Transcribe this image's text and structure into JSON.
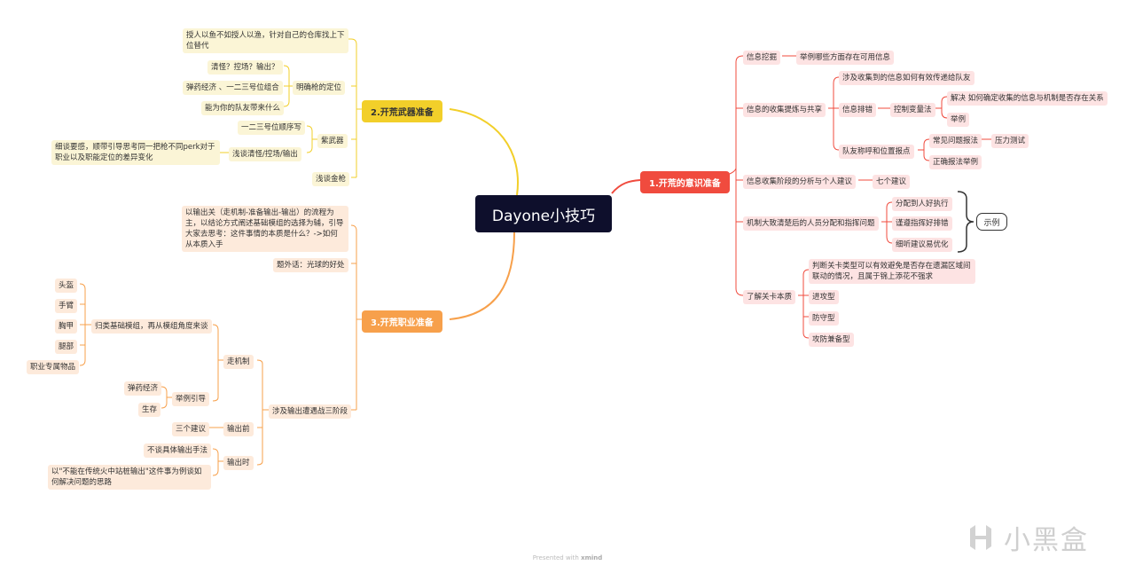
{
  "root": "Dayone小技巧",
  "branch1": {
    "title": "1.开荒的意识准备",
    "info_dig": "信息挖掘",
    "info_dig_sub": "举例哪些方面存在可用信息",
    "collect": "信息的收集提炼与共享",
    "collect_sub1": "涉及收集到的信息如何有效传递给队友",
    "troubleshoot": "信息排错",
    "control_var": "控制变量法",
    "solve": "解决 如何确定收集的信息与机制是否存在关系",
    "example": "举例",
    "callout": "队友称呼和位置报点",
    "common_issue": "常见问题报法",
    "pressure_test": "压力测试",
    "correct_example": "正确报法举例",
    "analysis": "信息收集阶段的分析与个人建议",
    "seven": "七个建议",
    "mechanism": "机制大致清楚后的人员分配和指挥问题",
    "assign": "分配到人好执行",
    "command": "谨遵指挥好排错",
    "listen": "细听建议易优化",
    "shili": "示例",
    "essence": "了解关卡本质",
    "essence_sub1": "判断关卡类型可以有效避免是否存在遗漏区域间联动的情况，且属于锦上添花不强求",
    "attack": "进攻型",
    "defense": "防守型",
    "both": "攻防兼备型"
  },
  "branch2": {
    "title": "2.开荒武器准备",
    "teach": "授人以鱼不如授人以渔，针对自己的仓库找上下位替代",
    "clear": "清怪？控场？输出？",
    "ammo": "弹药经济 、一二三号位组合",
    "team": "能为你的队友带来什么",
    "gun_pos": "明确枪的定位",
    "exotic": "紫武器",
    "slot_order": "一二三号位顺序写",
    "brief": "浅谈清怪/控场/输出",
    "perk": "细谈要感，顺带引导思考同一把枪不同perk对于职业以及职能定位的差异变化",
    "gold": "浅谈金枪"
  },
  "branch3": {
    "title": "3.开荒职业准备",
    "intro": "以输出关（走机制-准备输出-输出）的流程为主，以结论方式阐述基础模组的选择为辅，引导大家去思考：这件事情的本质是什么？->如何从本质入手",
    "aside": "题外话：光球的好处",
    "helmet": "头盔",
    "arm": "手臂",
    "chest": "胸甲",
    "leg": "腿部",
    "class_item": "职业专属物品",
    "classify": "归类基础模组，再从模组角度来谈",
    "walk": "走机制",
    "ammo_econ": "弹药经济",
    "survive": "生存",
    "guide": "举例引导",
    "three": "三个建议",
    "before": "输出前",
    "no_method": "不谈具体输出手法",
    "stand_example": "以\"不能在传统火中站桩输出\"这件事为例谈如何解决问题的思路",
    "during": "输出时",
    "stages": "涉及输出遭遇战三阶段"
  },
  "footer": {
    "prefix": "Presented with",
    "brand": "xmind"
  },
  "watermark": "小黑盒",
  "colors": {
    "red": "#f04b3e",
    "yellow": "#f2cf2a",
    "orange": "#f7a04b",
    "root": "#0e0f2c"
  }
}
